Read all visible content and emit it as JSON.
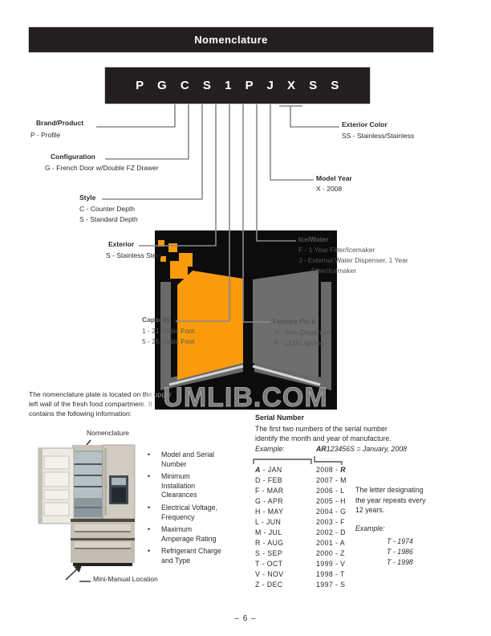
{
  "page": {
    "title": "Nomenclature",
    "model_code": "P G C S 1 P J X S S",
    "page_number": "– 6 –"
  },
  "breakdown": {
    "brand": {
      "title": "Brand/Product",
      "v1": "P - Profile"
    },
    "configuration": {
      "title": "Configuration",
      "v1": "G - French Door w/Double FZ Drawer"
    },
    "style": {
      "title": "Style",
      "v1": "C - Counter Depth",
      "v2": "S - Standard Depth"
    },
    "exterior": {
      "title": "Exterior",
      "v1": "S - Stainless Steel"
    },
    "capacity": {
      "title": "Capacity",
      "v1": "1 - 21 Cubic Foot",
      "v2": "5 - 25 Cubic Foot"
    },
    "exterior_color": {
      "title": "Exterior Color",
      "v1": "SS - Stainless/Stainless"
    },
    "model_year": {
      "title": "Model Year",
      "v1": "X - 2008"
    },
    "ice_water": {
      "title": "Ice/Water",
      "v1": "F - 1 Year Filter/Icemaker",
      "v2": "J - External Water Dispenser, 1 Year",
      "v3": "Filter/Icemaker"
    },
    "feature_pack": {
      "title": "Feature Pack",
      "v1": "N - Non-Dispenser",
      "v2": "P - LED Lighting"
    }
  },
  "location_note": {
    "line1_dark": "The nomenclature plate is located on th",
    "line1_dim": "e upper",
    "line2_dark": "left wall of the fresh food compartmen",
    "line2_dim": "t. It",
    "line3": "contains the following information:"
  },
  "diagram": {
    "top_label": "Nomenclature",
    "bottom_label": "Mini-Manual Location"
  },
  "info_items": [
    "Model and Serial Number",
    "Minimum Installation Clearances",
    "Electrical Voltage, Frequency",
    "Maximum Amperage Rating",
    "Refrigerant Charge and Type"
  ],
  "serial": {
    "title": "Serial Number",
    "body1": "The first two numbers of the serial number",
    "body2": "identify the month and year of manufacture.",
    "example_label": "Example:",
    "example_bold": "AR",
    "example_rest": "123456S = January, 2008",
    "months_years": [
      {
        "month": "A - JAN",
        "year": "2008 - R",
        "highlight": true
      },
      {
        "month": "D - FEB",
        "year": "2007 - M"
      },
      {
        "month": "F - MAR",
        "year": "2006 - L"
      },
      {
        "month": "G - APR",
        "year": "2005 - H"
      },
      {
        "month": "H - MAY",
        "year": "2004 - G"
      },
      {
        "month": "L - JUN",
        "year": "2003 - F"
      },
      {
        "month": "M - JUL",
        "year": "2002 - D"
      },
      {
        "month": "R - AUG",
        "year": "2001 - A"
      },
      {
        "month": "S - SEP",
        "year": "2000 - Z"
      },
      {
        "month": "T - OCT",
        "year": "1999 - V"
      },
      {
        "month": "V - NOV",
        "year": "1998 - T"
      },
      {
        "month": "Z - DEC",
        "year": "1997 - S"
      }
    ],
    "note1": "The letter designating",
    "note2": "the year repeats every",
    "note3": "12 years.",
    "note_example_label": "Example:",
    "note_examples": [
      "T - 1974",
      "T - 1986",
      "T - 1998"
    ]
  },
  "watermark": {
    "text": "UMLIB.COM",
    "accent_color": "#F99B0C",
    "background": "#0C0C0C"
  }
}
